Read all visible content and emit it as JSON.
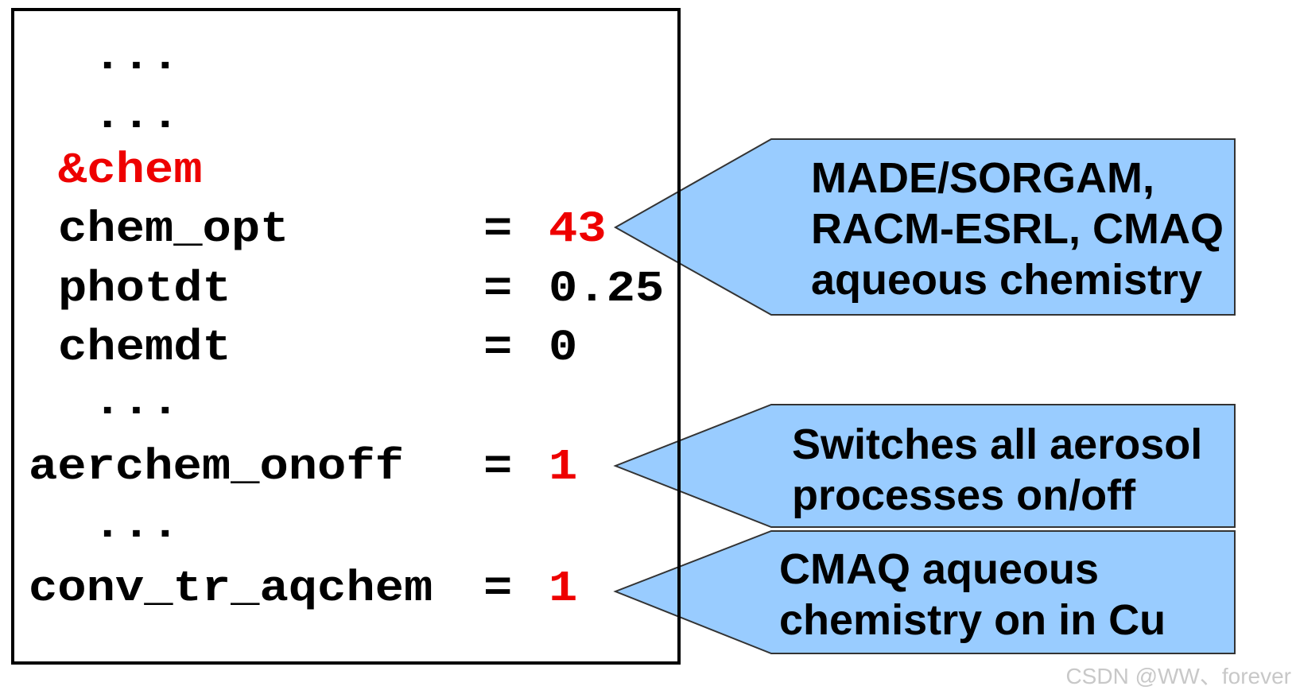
{
  "code": {
    "ellipsis": "...",
    "namelist_header": "&chem",
    "params": [
      {
        "name": "chem_opt",
        "value": "43"
      },
      {
        "name": "photdt",
        "value": "0.25"
      },
      {
        "name": "chemdt",
        "value": "0"
      },
      {
        "name": "aerchem_onoff",
        "value": "1"
      },
      {
        "name": "conv_tr_aqchem",
        "value": "1"
      }
    ],
    "equals": "="
  },
  "callouts": [
    {
      "lines": [
        "MADE/SORGAM,",
        "RACM-ESRL, CMAQ",
        "aqueous chemistry"
      ]
    },
    {
      "lines": [
        "Switches all aerosol",
        "processes on/off"
      ]
    },
    {
      "lines": [
        "CMAQ aqueous",
        "chemistry on in Cu"
      ]
    }
  ],
  "watermark": "CSDN @WW、forever",
  "colors": {
    "highlight_red": "#ee0000",
    "callout_fill": "#99ccff",
    "callout_stroke": "#333333"
  }
}
